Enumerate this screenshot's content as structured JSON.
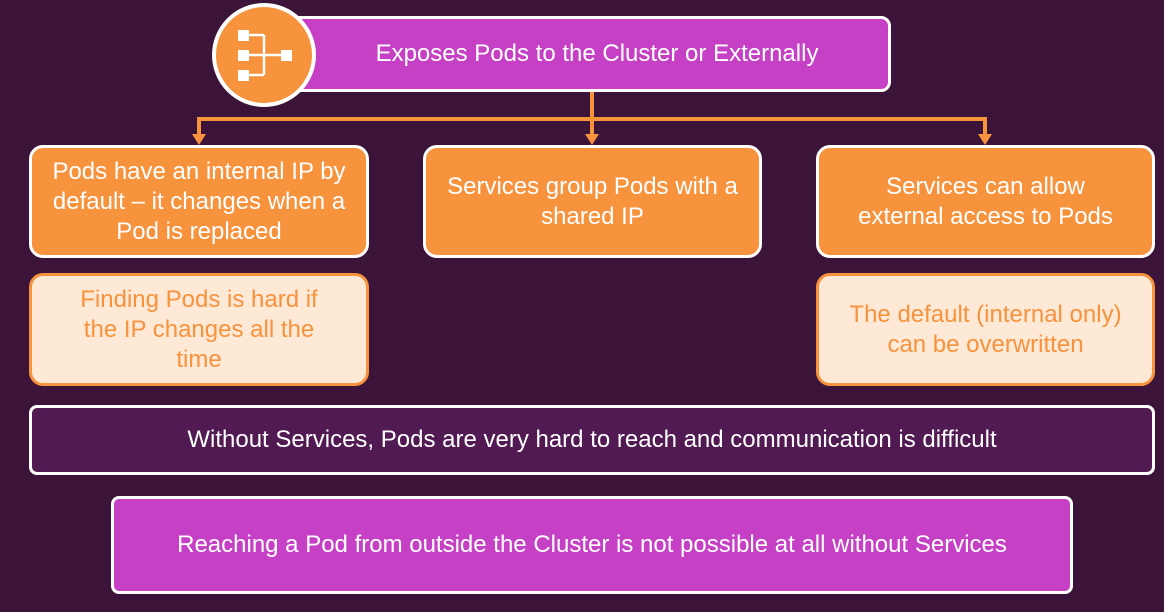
{
  "header": {
    "title": "Exposes Pods to the Cluster or Externally",
    "icon": "service-topology-icon"
  },
  "columns": [
    {
      "main": "Pods have an internal IP by default – it changes when a Pod is replaced",
      "note": "Finding Pods is hard if the IP changes all the time"
    },
    {
      "main": "Services group Pods with a shared IP"
    },
    {
      "main": "Services can allow external access to Pods",
      "note": "The default (internal only) can be overwritten"
    }
  ],
  "summary": "Without Services, Pods are very hard to reach and communication is difficult",
  "conclusion": "Reaching a Pod from outside the Cluster is not possible at all without Services",
  "colors": {
    "background": "#3d1439",
    "accent_pink": "#c640c6",
    "accent_orange": "#f7923d",
    "note_fill": "#fde9d6",
    "summary_fill": "#521a52"
  }
}
